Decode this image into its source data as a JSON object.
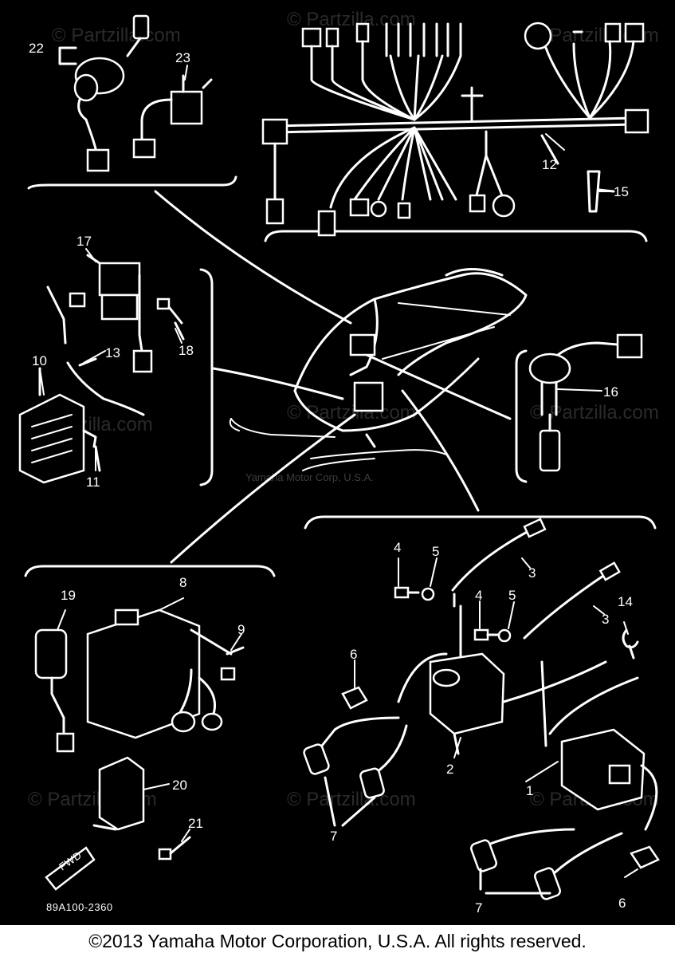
{
  "diagram": {
    "callouts": [
      "1",
      "2",
      "3",
      "3",
      "4",
      "4",
      "5",
      "5",
      "6",
      "6",
      "7",
      "7",
      "8",
      "9",
      "10",
      "11",
      "12",
      "13",
      "14",
      "15",
      "16",
      "17",
      "18",
      "19",
      "20",
      "21",
      "22",
      "23"
    ],
    "drawing_code": "89A100-2360",
    "fwd_label": "FWD",
    "watermarks": [
      "© Partzilla.com"
    ],
    "credit": "Yamaha Motor Corp, U.S.A."
  },
  "footer": {
    "copyright": "©2013  Yamaha Motor Corporation, U.S.A. All rights reserved."
  }
}
